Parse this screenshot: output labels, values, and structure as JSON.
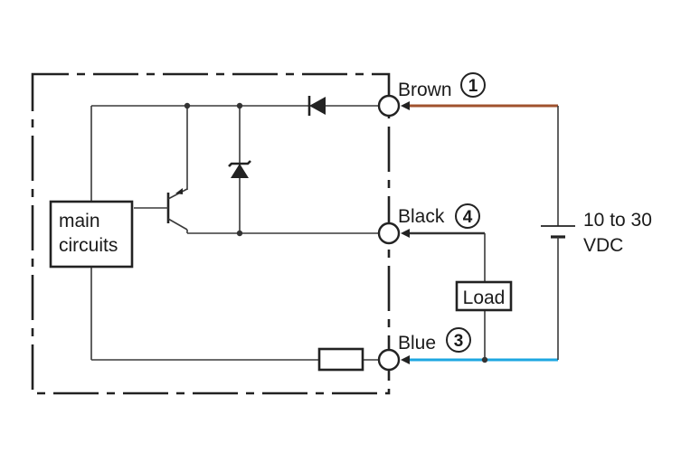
{
  "terminals": [
    {
      "id": "brown",
      "label": "Brown",
      "number": "1",
      "wire_color": "#a0522d"
    },
    {
      "id": "black",
      "label": "Black",
      "number": "4",
      "wire_color": "#333333"
    },
    {
      "id": "blue",
      "label": "Blue",
      "number": "3",
      "wire_color": "#1ea7e1"
    }
  ],
  "main_circuits": {
    "line1": "main",
    "line2": "circuits"
  },
  "load": {
    "label": "Load"
  },
  "supply": {
    "line1": "10 to 30",
    "line2": "VDC"
  },
  "icons": [
    "diode-icon",
    "zener-diode-icon",
    "pnp-transistor-icon",
    "resistor-icon",
    "battery-icon"
  ]
}
